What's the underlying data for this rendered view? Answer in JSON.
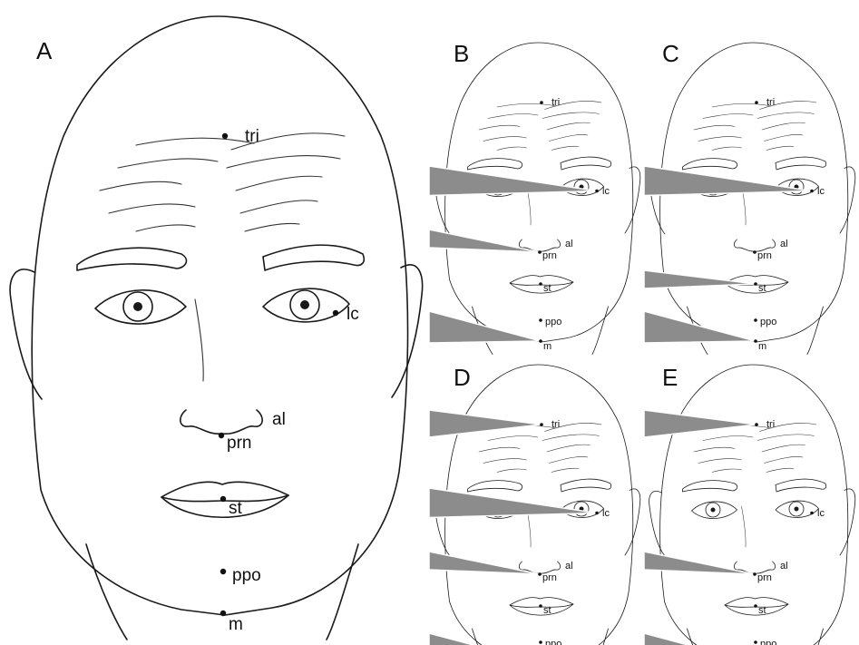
{
  "panels": [
    {
      "letter": "A",
      "wedges": []
    },
    {
      "letter": "B",
      "wedges": [
        "lc",
        "prn",
        "m"
      ]
    },
    {
      "letter": "C",
      "wedges": [
        "lc",
        "st",
        "m"
      ]
    },
    {
      "letter": "D",
      "wedges": [
        "tri",
        "lc",
        "prn",
        "m"
      ]
    },
    {
      "letter": "E",
      "wedges": [
        "tri",
        "prn",
        "m"
      ]
    }
  ],
  "landmarks": [
    {
      "key": "tri",
      "label": "tri"
    },
    {
      "key": "lc",
      "label": "lc"
    },
    {
      "key": "al",
      "label": "al"
    },
    {
      "key": "prn",
      "label": "prn"
    },
    {
      "key": "st",
      "label": "st"
    },
    {
      "key": "ppo",
      "label": "ppo"
    },
    {
      "key": "m",
      "label": "m"
    }
  ],
  "colors": {
    "line": "#1a1a1a",
    "wedge": "#8c8c8c",
    "background": "#ffffff"
  }
}
